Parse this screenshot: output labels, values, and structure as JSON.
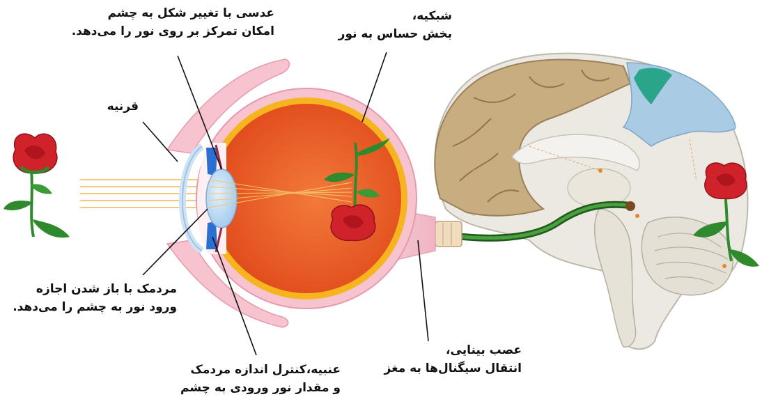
{
  "labels": {
    "lens": [
      "عدسی با تغییر شکل به چشم",
      "امکان تمرکز بر روی نور را می‌دهد."
    ],
    "retina": [
      "شبکیه،",
      "بخش حساس به نور"
    ],
    "cornea": [
      "قرنیه"
    ],
    "pupil": [
      "مردمک با باز شدن اجازه",
      "ورود نور به چشم را می‌دهد."
    ],
    "iris": [
      "عنبیه،کنترل اندازه مردمک",
      "و مقدار نور ورودی به چشم"
    ],
    "optic_nerve": [
      "عصب بینایی،",
      "انتقال سیگنال‌ها به مغز"
    ]
  },
  "colors": {
    "sclera": "#f7c3cf",
    "eye_interior": "#e8541e",
    "retina_band": "#f6b51e",
    "lens": "#b9d9f3",
    "cerebrum": "#c8ad80",
    "brain_tissue": "#ece9e2",
    "visual_cortex": "#a9cbe4",
    "visual_cortex_accent": "#2aa58a",
    "optic_nerve_cable": "#2f7d2a",
    "rose": "#d0222b",
    "leaf": "#2f8a2d",
    "light_ray": "#f2b64a"
  }
}
